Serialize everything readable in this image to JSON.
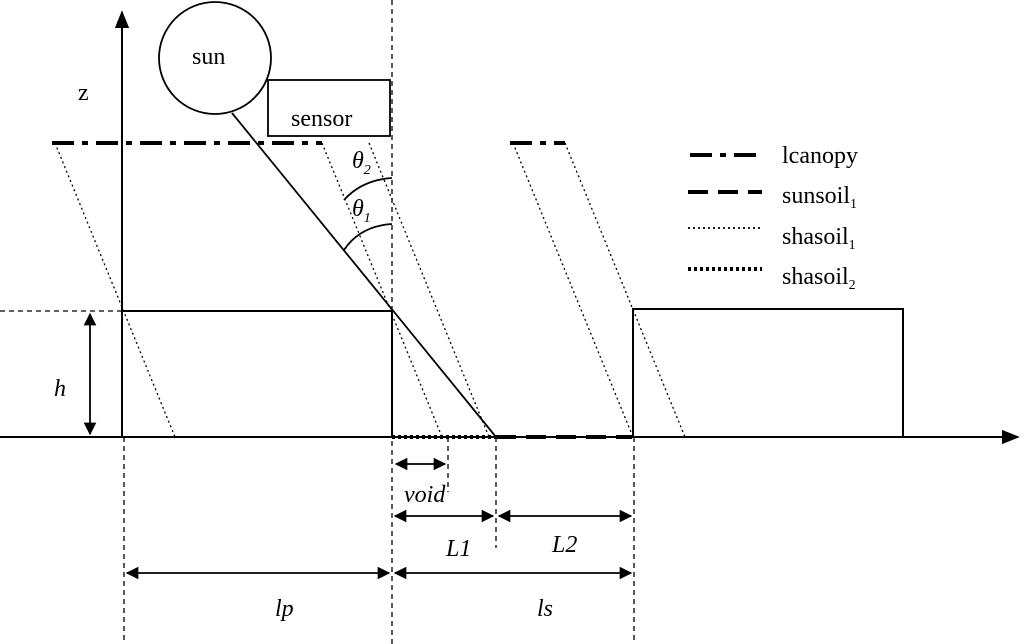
{
  "labels": {
    "z_axis": "z",
    "sun": "sun",
    "sensor": "sensor",
    "theta2": "θ",
    "theta2_sub": "2",
    "theta1": "θ",
    "theta1_sub": "1",
    "h": "h",
    "void": "void",
    "L1": "L1",
    "L2": "L2",
    "lp": "lp",
    "ls": "ls"
  },
  "legend": {
    "items": [
      {
        "key": "lcanopy",
        "label": "lcanopy",
        "sub": "",
        "style": "dash-dot"
      },
      {
        "key": "sunsoil",
        "label": "sunsoil",
        "sub": "1",
        "style": "dashed"
      },
      {
        "key": "shasoil1",
        "label": "shasoil",
        "sub": "1",
        "style": "dotted-fine"
      },
      {
        "key": "shasoil2",
        "label": "shasoil",
        "sub": "2",
        "style": "dotted-bold"
      }
    ]
  }
}
